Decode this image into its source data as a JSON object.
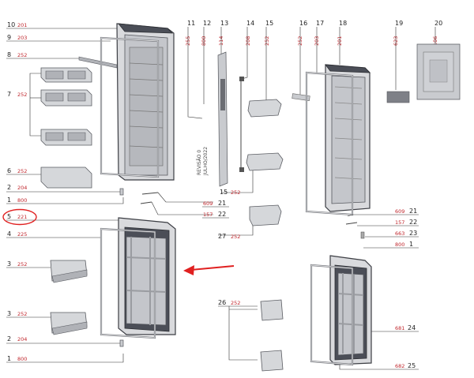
{
  "callouts": [
    {
      "num": "10",
      "code": "201"
    },
    {
      "num": "9",
      "code": "203"
    },
    {
      "num": "8",
      "code": "252"
    },
    {
      "num": "7",
      "code": "252"
    },
    {
      "num": "6",
      "code": "252"
    },
    {
      "num": "2",
      "code": "204"
    },
    {
      "num": "1",
      "code": "800"
    },
    {
      "num": "5",
      "code": "221"
    },
    {
      "num": "4",
      "code": "225"
    },
    {
      "num": "3",
      "code": "252"
    },
    {
      "num": "3",
      "code": "252"
    },
    {
      "num": "2",
      "code": "204"
    },
    {
      "num": "1",
      "code": "800"
    }
  ],
  "top_callouts": [
    {
      "num": "11",
      "code": "255"
    },
    {
      "num": "12",
      "code": "800"
    },
    {
      "num": "13",
      "code": "114"
    },
    {
      "num": "14",
      "code": "208"
    },
    {
      "num": "15",
      "code": "252"
    },
    {
      "num": "16",
      "code": "252"
    },
    {
      "num": "17",
      "code": "203"
    },
    {
      "num": "18",
      "code": "201"
    },
    {
      "num": "19",
      "code": "623"
    },
    {
      "num": "20",
      "code": "106"
    }
  ],
  "mid_callouts": [
    {
      "num": "15",
      "code": "252"
    },
    {
      "num": "21",
      "code": "609"
    },
    {
      "num": "22",
      "code": "157"
    },
    {
      "num": "27",
      "code": "252"
    },
    {
      "num": "26",
      "code": "252"
    }
  ],
  "right_callouts": [
    {
      "num": "21",
      "code": "609"
    },
    {
      "num": "22",
      "code": "157"
    },
    {
      "num": "23",
      "code": "663"
    },
    {
      "num": "1",
      "code": "800"
    },
    {
      "num": "24",
      "code": "681"
    },
    {
      "num": "25",
      "code": "682"
    }
  ],
  "revision": {
    "line1": "REVISÃO 0",
    "line2": "JULHO/2022"
  },
  "colors": {
    "highlight": "#e02020",
    "code_text": "#c0262c"
  }
}
